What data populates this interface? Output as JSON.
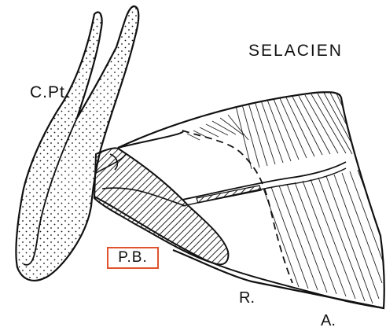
{
  "diagram": {
    "title": "SELACIEN",
    "labels": {
      "c_pt": "C.Pt.",
      "p_b": "P.B.",
      "r": "R.",
      "a": "A."
    },
    "highlight_color": "#e0532d",
    "ink_color": "#111111"
  }
}
